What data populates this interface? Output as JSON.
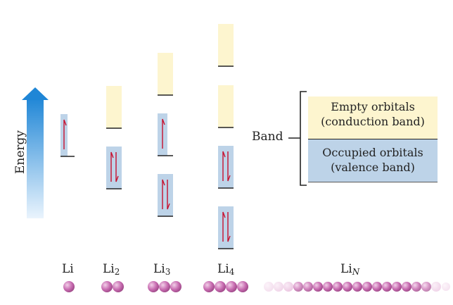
{
  "axis": {
    "energy_label": "Energy"
  },
  "columns": [
    {
      "label_main": "Li",
      "label_sub": "",
      "atoms": 1,
      "occupied_levels": 1,
      "empty_levels": 0
    },
    {
      "label_main": "Li",
      "label_sub": "2",
      "atoms": 2,
      "occupied_levels": 1,
      "empty_levels": 1
    },
    {
      "label_main": "Li",
      "label_sub": "3",
      "atoms": 3,
      "occupied_levels": 2,
      "empty_levels": 1
    },
    {
      "label_main": "Li",
      "label_sub": "4",
      "atoms": 4,
      "occupied_levels": 2,
      "empty_levels": 2
    },
    {
      "label_main": "Li",
      "label_sub": "N",
      "atoms": 20
    }
  ],
  "band": {
    "label": "Band",
    "empty": {
      "line1": "Empty orbitals",
      "line2": "(conduction band)"
    },
    "occupied": {
      "line1": "Occupied orbitals",
      "line2": "(valence band)"
    }
  },
  "colors": {
    "empty_fill": "#fdf5cf",
    "occupied_fill": "#bdd3e8",
    "arrow_blue": "#1f86d6",
    "electron_red": "#c8102e",
    "atom_pink": "#c76bb0"
  }
}
